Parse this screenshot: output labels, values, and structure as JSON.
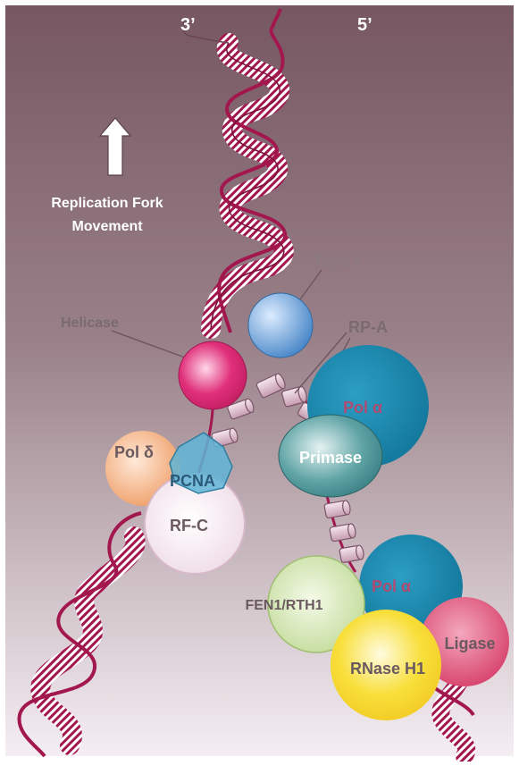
{
  "diagram": {
    "strand_labels": {
      "three_prime": "3’",
      "five_prime": "5’"
    },
    "direction_label": [
      "Replication Fork",
      "Movement"
    ],
    "labels": {
      "topo": "Topo I",
      "helicase": "Helicase",
      "rpa": "RP-A",
      "pol_alpha_top": "Pol α",
      "primase": "Primase",
      "pol_delta": "Pol δ",
      "pcna": "PCNA",
      "rfc": "RF-C",
      "fen1": "FEN1/RTH1",
      "pol_alpha_bottom": "Pol α",
      "rnase": "RNase H1",
      "ligase": "Ligase"
    },
    "colors": {
      "dna": "#a3174f",
      "topo": "#5a9ad6",
      "helicase": "#d8256f",
      "pol_alpha": "#147fa4",
      "primase": "#3e8f92",
      "pol_delta": "#f0a06a",
      "pcna": "#4aa3c8",
      "rfc": "#f2e6ef",
      "fen1": "#d3e6b0",
      "rnase": "#f6da30",
      "ligase": "#dc3f6b",
      "rpa": "#e0c3cf"
    }
  }
}
